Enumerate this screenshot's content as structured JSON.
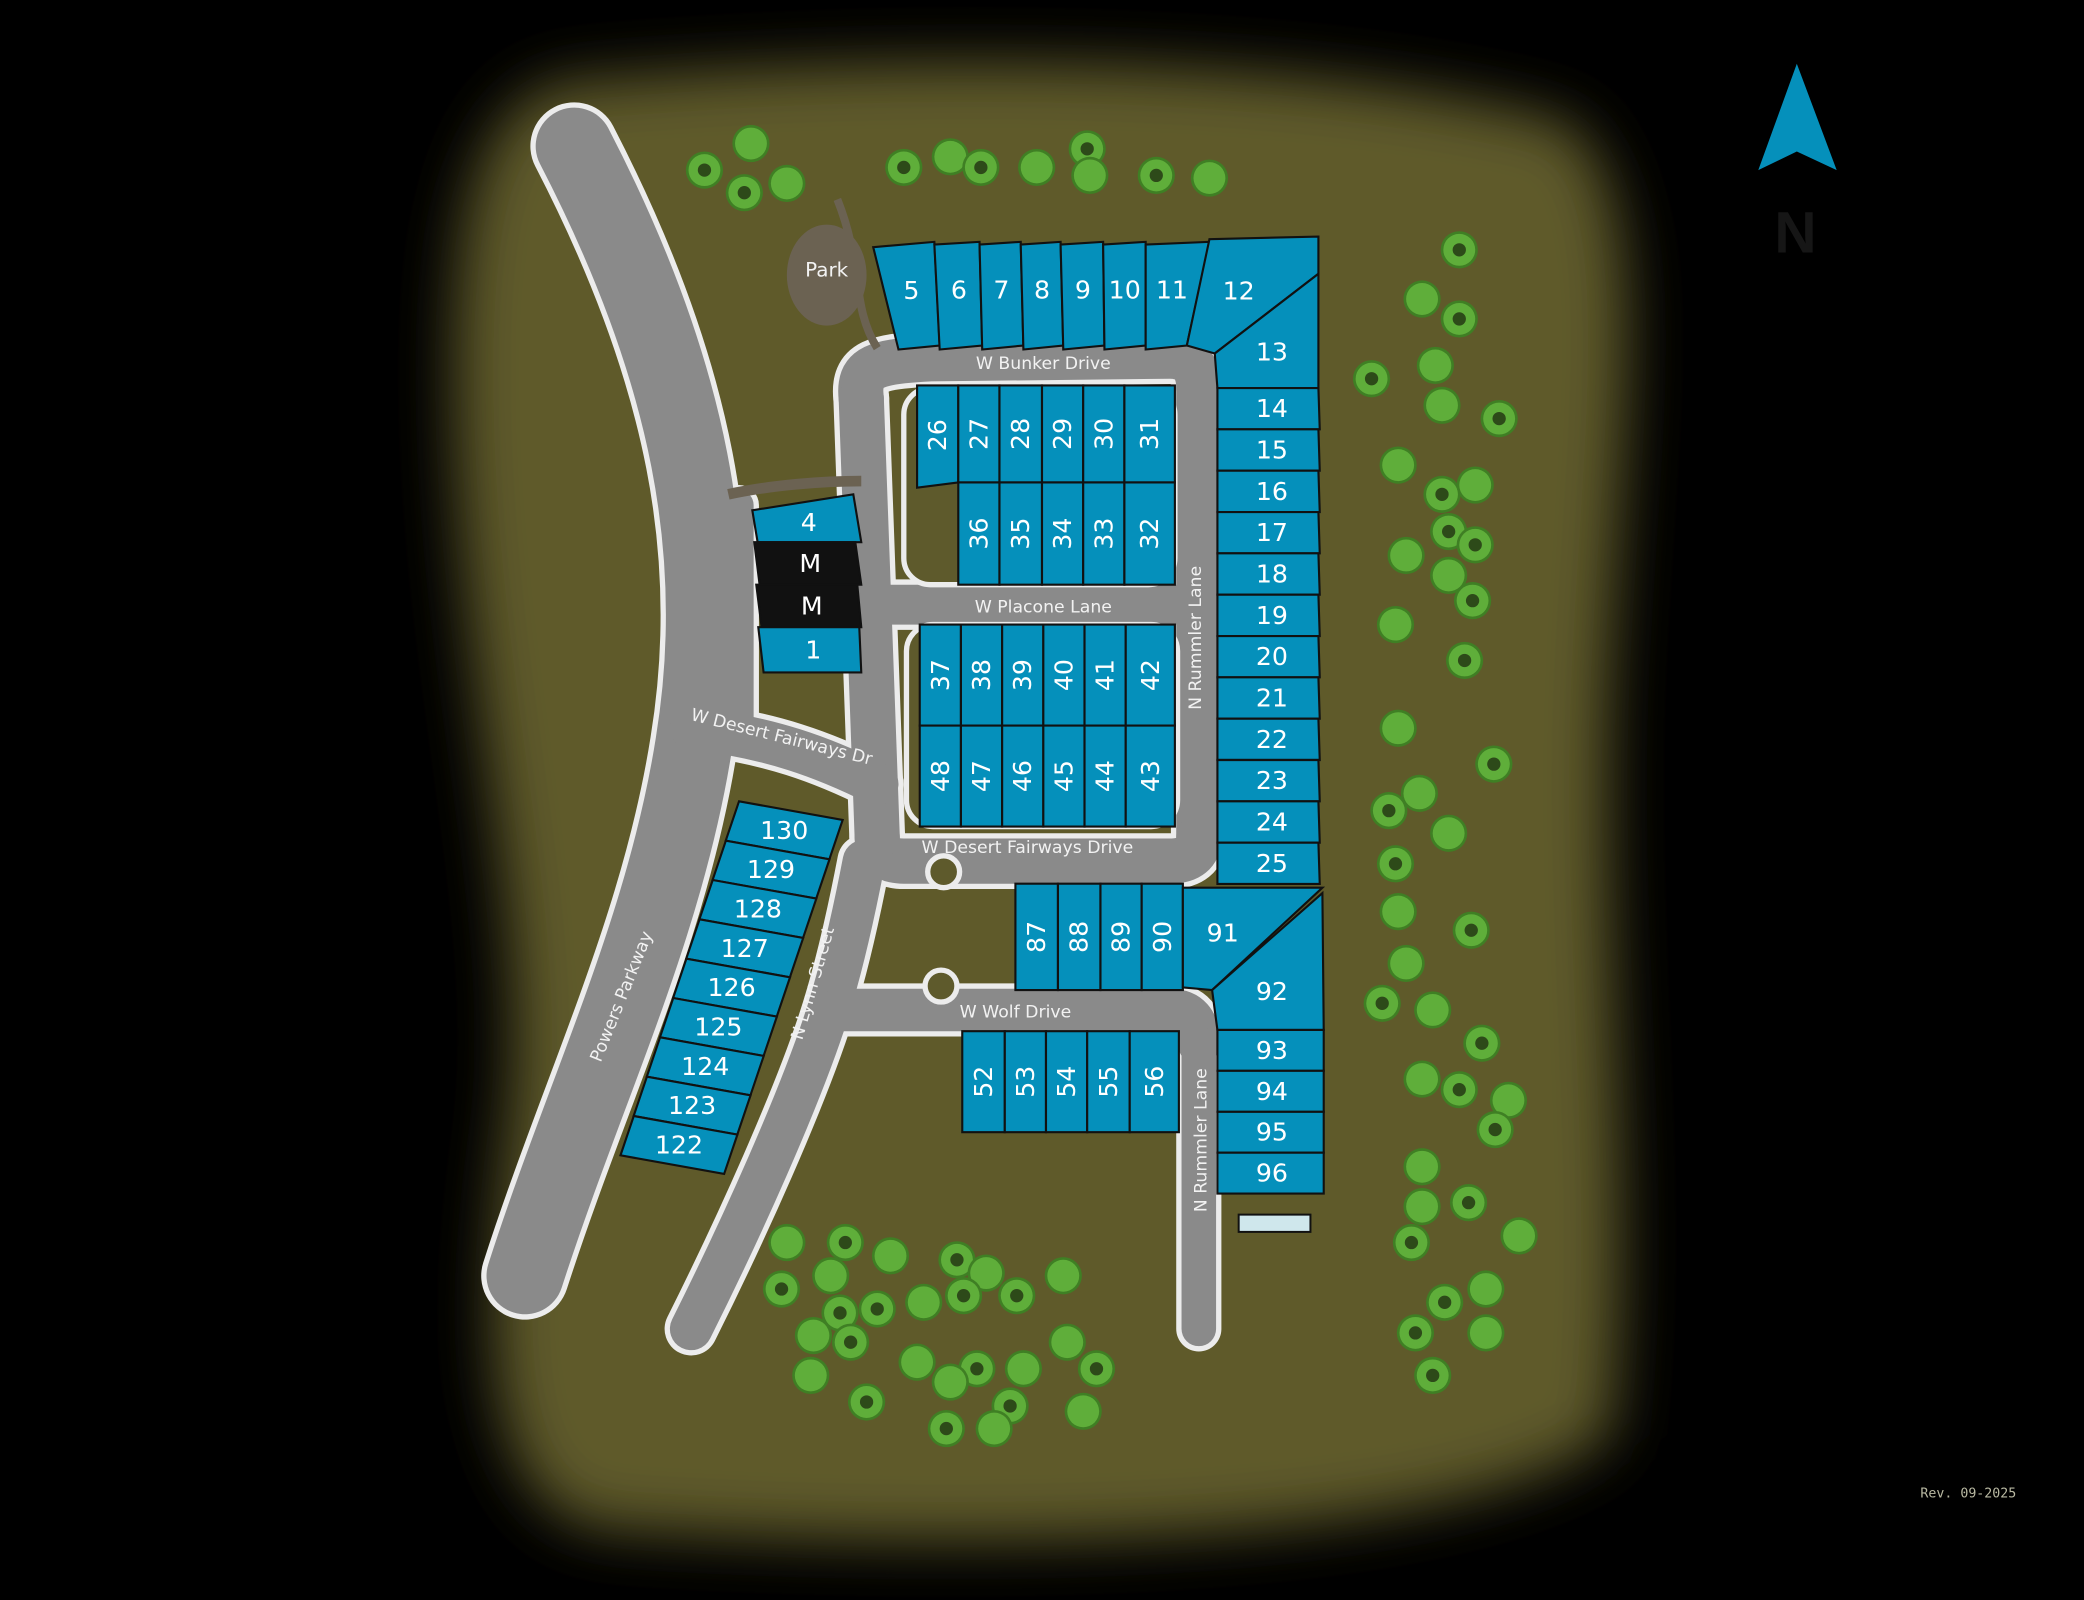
{
  "colors": {
    "background": "#000000",
    "ground": "#5e5a2c",
    "lot": "#0590bb",
    "model_lot": "#111111",
    "road": "#8a8a8a",
    "road_edge": "#ececec",
    "park": "#6b6252",
    "tree": "#5fae3a",
    "compass": "#0590bb"
  },
  "compass": {
    "label": "N",
    "icon": "north-arrow-icon"
  },
  "park": {
    "label": "Park"
  },
  "revision": "Rev. 09-2025",
  "roads": {
    "bunker": "W Bunker Drive",
    "placone": "W Placone Lane",
    "rummler_upper": "N Rummler Lane",
    "rummler_lower": "N Rummler Lane",
    "desert_fairways_drive": "W Desert Fairways Drive",
    "desert_fairways_dr": "W Desert Fairways Dr",
    "lynn": "N Lynn Street",
    "powers": "Powers Parkway",
    "wolf": "W Wolf Drive"
  },
  "lots": {
    "top_row": [
      "5",
      "6",
      "7",
      "8",
      "9",
      "10",
      "11"
    ],
    "corner_top": [
      "12",
      "13"
    ],
    "east_column": [
      "14",
      "15",
      "16",
      "17",
      "18",
      "19",
      "20",
      "21",
      "22",
      "23",
      "24",
      "25"
    ],
    "block_a_top": [
      "26",
      "27",
      "28",
      "29",
      "30",
      "31"
    ],
    "block_a_bottom": [
      "36",
      "35",
      "34",
      "33",
      "32"
    ],
    "block_b_top": [
      "37",
      "38",
      "39",
      "40",
      "41",
      "42"
    ],
    "block_b_bottom": [
      "48",
      "47",
      "46",
      "45",
      "44",
      "43"
    ],
    "west_small": [
      "4",
      "M",
      "M",
      "1"
    ],
    "wolf_north": [
      "87",
      "88",
      "89",
      "90"
    ],
    "corner_bottom": [
      "91",
      "92"
    ],
    "east_lower": [
      "93",
      "94",
      "95",
      "96"
    ],
    "wolf_south": [
      "52",
      "53",
      "54",
      "55",
      "56"
    ],
    "west_stack": [
      "130",
      "129",
      "128",
      "127",
      "126",
      "125",
      "124",
      "123",
      "122"
    ]
  }
}
